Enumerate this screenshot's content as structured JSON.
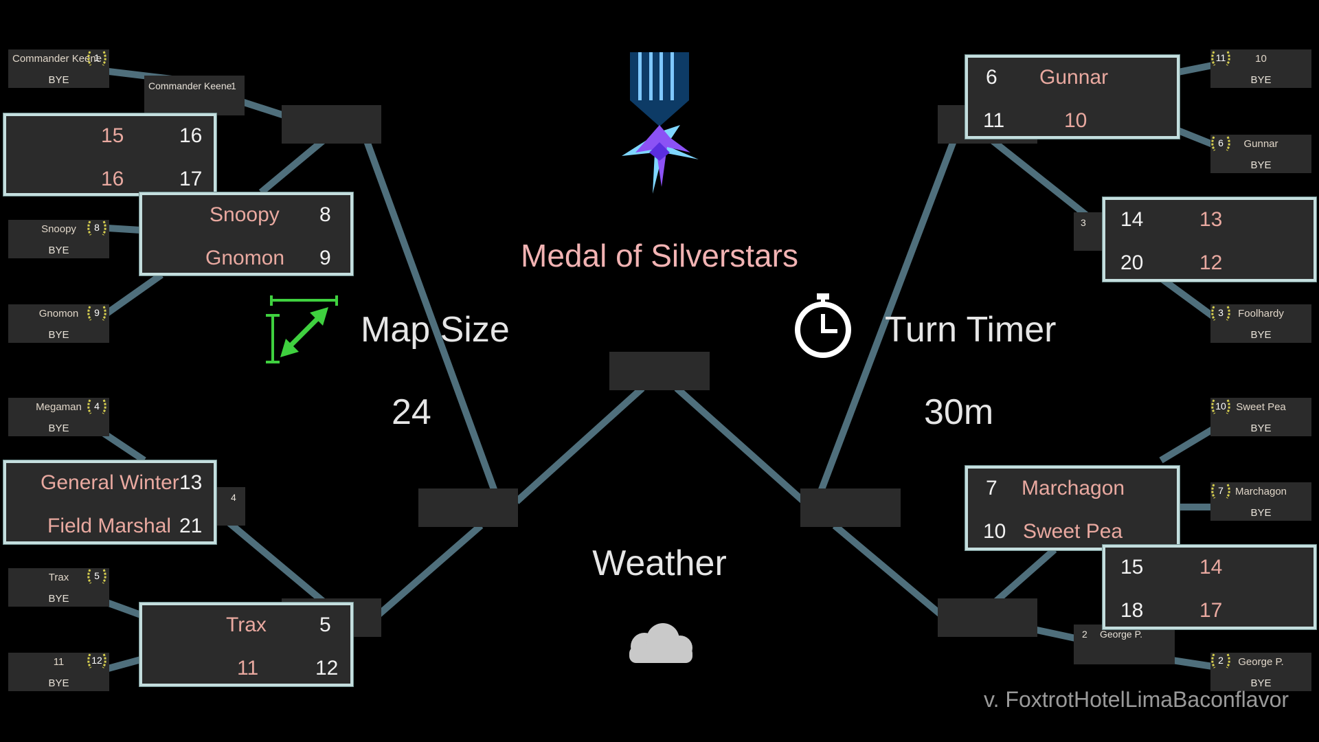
{
  "title": "Medal of Silverstars",
  "map_size": {
    "label": "Map Size",
    "value": "24"
  },
  "turn_timer": {
    "label": "Turn Timer",
    "value": "30m"
  },
  "weather": {
    "label": "Weather"
  },
  "version": "v. FoxtrotHotelLimaBaconflavor",
  "bye": "BYE",
  "colors": {
    "line": "#4f6f7c",
    "slot": "#2b2b2b",
    "name": "#e9a9a0",
    "border": "#c4dede",
    "accent": "#3fd03f"
  },
  "seeds": {
    "l1": {
      "name": "Commander Keene",
      "num": "1"
    },
    "l8": {
      "name": "Snoopy",
      "num": "8"
    },
    "l9": {
      "name": "Gnomon",
      "num": "9"
    },
    "l4": {
      "name": "Megaman",
      "num": "4"
    },
    "l5": {
      "name": "Trax",
      "num": "5"
    },
    "l12": {
      "name": "11",
      "num": "12"
    },
    "r11": {
      "name": "10",
      "num": "11"
    },
    "r6": {
      "name": "Gunnar",
      "num": "6"
    },
    "r3": {
      "name": "Foolhardy",
      "num": "3"
    },
    "r10": {
      "name": "Sweet Pea",
      "num": "10"
    },
    "r7": {
      "name": "Marchagon",
      "num": "7"
    },
    "r2": {
      "name": "George P.",
      "num": "2"
    }
  },
  "slot_labels": {
    "keene": "Commander Keene",
    "keene_num": "1",
    "left4": "4",
    "right3": "3",
    "george_num": "2",
    "george": "George P."
  },
  "cards": {
    "a": {
      "r1": [
        "15",
        "16"
      ],
      "r2": [
        "16",
        "17"
      ]
    },
    "b": {
      "r1": [
        "Snoopy",
        "8"
      ],
      "r2": [
        "Gnomon",
        "9"
      ]
    },
    "c": {
      "r1": [
        "General Winter",
        "13"
      ],
      "r2": [
        "Field Marshal",
        "21"
      ]
    },
    "d": {
      "r1": [
        "Trax",
        "5"
      ],
      "r2": [
        "11",
        "12"
      ]
    },
    "e": {
      "r1": [
        "6",
        "Gunnar"
      ],
      "r2": [
        "11",
        "10"
      ]
    },
    "f": {
      "r1": [
        "14",
        "13"
      ],
      "r2": [
        "20",
        "12"
      ]
    },
    "g": {
      "r1": [
        "7",
        "Marchagon"
      ],
      "r2": [
        "10",
        "Sweet Pea"
      ]
    },
    "h": {
      "r1": [
        "15",
        "14"
      ],
      "r2": [
        "18",
        "17"
      ]
    }
  }
}
